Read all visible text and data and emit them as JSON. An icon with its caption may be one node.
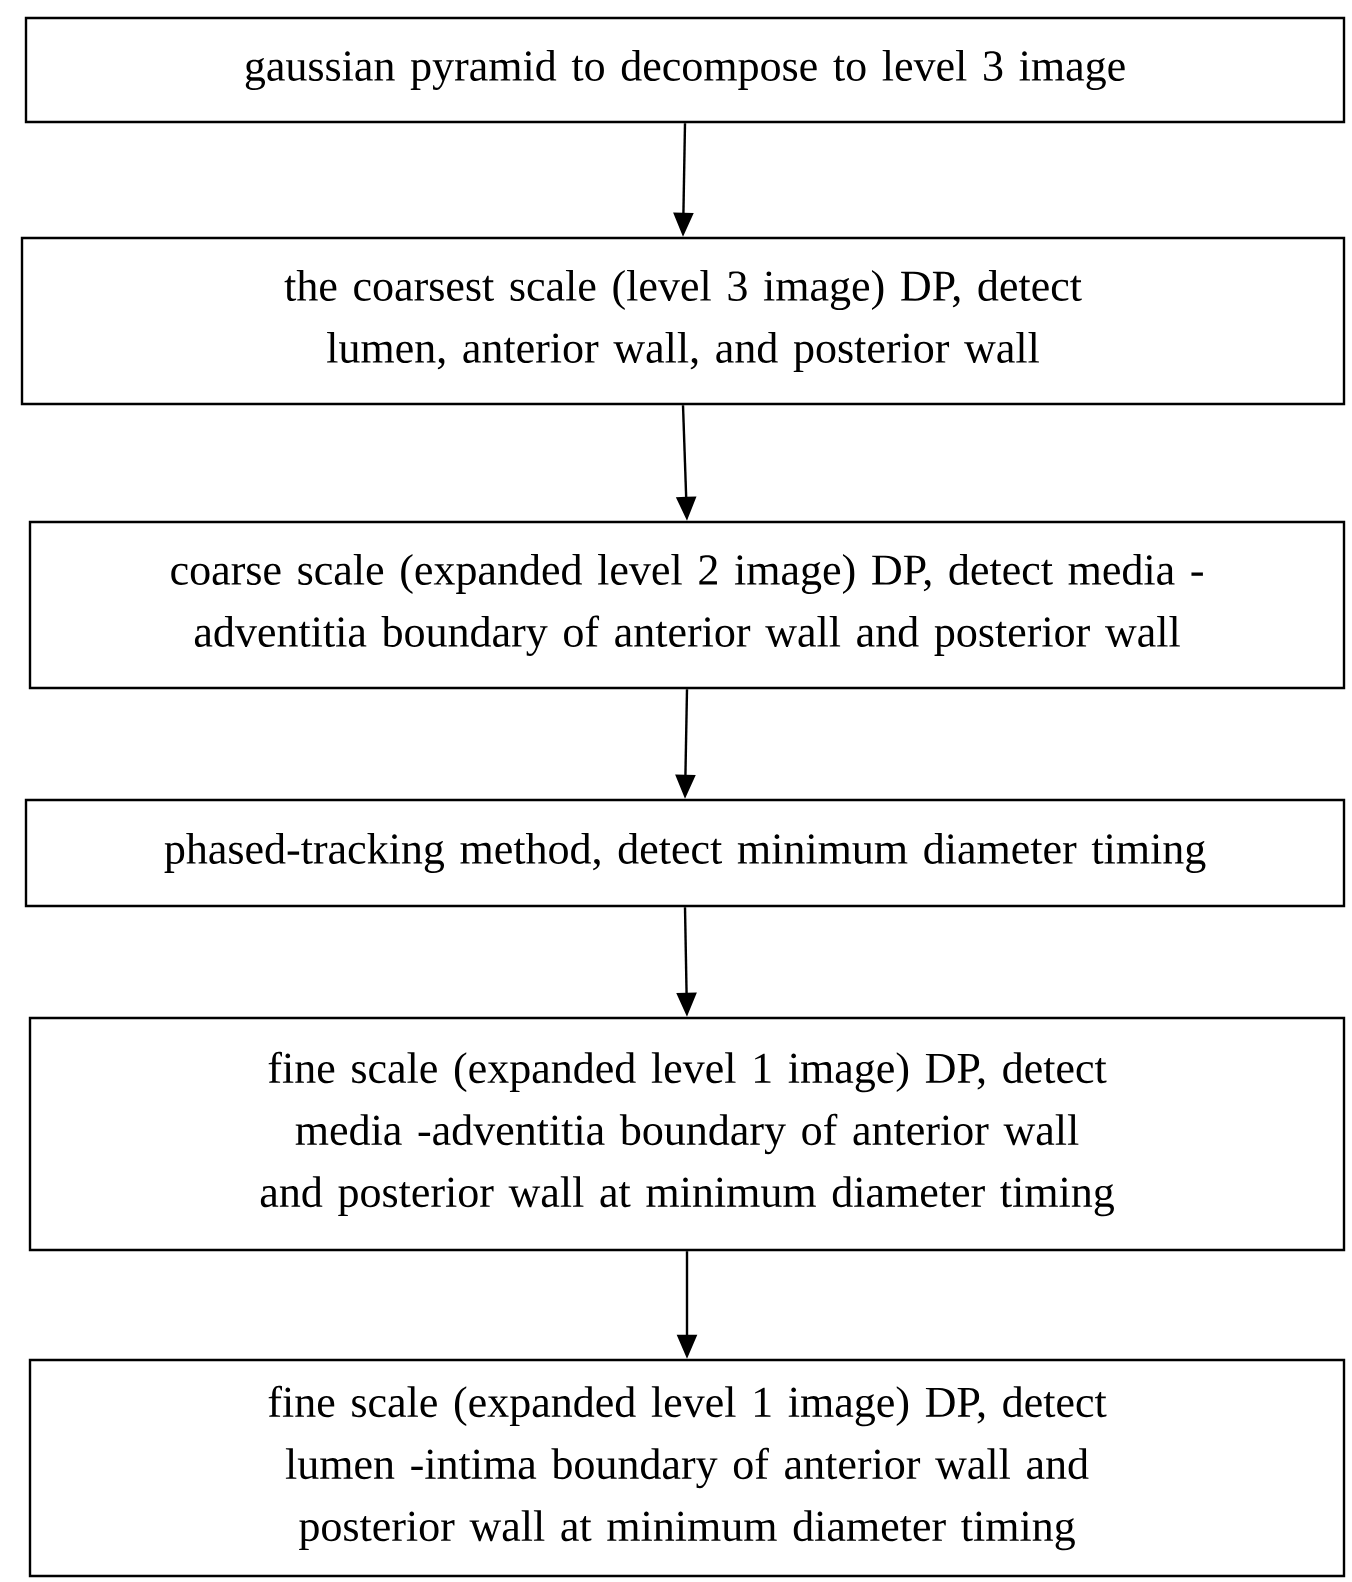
{
  "diagram": {
    "nodes": [
      {
        "text": [
          "gaussian pyramid to decompose to level 3 image"
        ]
      },
      {
        "text": [
          "the coarsest scale (level 3 image) DP, detect lumen, anterior wall, and posterior wall"
        ]
      },
      {
        "text": [
          "coarse scale (expanded level 2 image) DP, detect media -adventitia boundary of anterior wall and posterior wall"
        ]
      },
      {
        "text": [
          "phased-tracking method, detect minimum diameter timing"
        ]
      },
      {
        "text": [
          "fine scale (expanded level 1 image) DP, detect media -adventitia boundary of anterior wall and posterior wall at minimum diameter timing"
        ]
      },
      {
        "text": [
          "fine scale (expanded level 1 image) DP, detect lumen -intima boundary of anterior wall and posterior wall at minimum diameter timing"
        ]
      }
    ],
    "edges": [
      {
        "from": 0,
        "to": 1,
        "arrow": "to"
      },
      {
        "from": 1,
        "to": 2,
        "arrow": "to"
      },
      {
        "from": 2,
        "to": 3,
        "arrow": "to"
      },
      {
        "from": 3,
        "to": 4,
        "arrow": "to"
      },
      {
        "from": 4,
        "to": 5,
        "arrow": "to"
      }
    ]
  }
}
